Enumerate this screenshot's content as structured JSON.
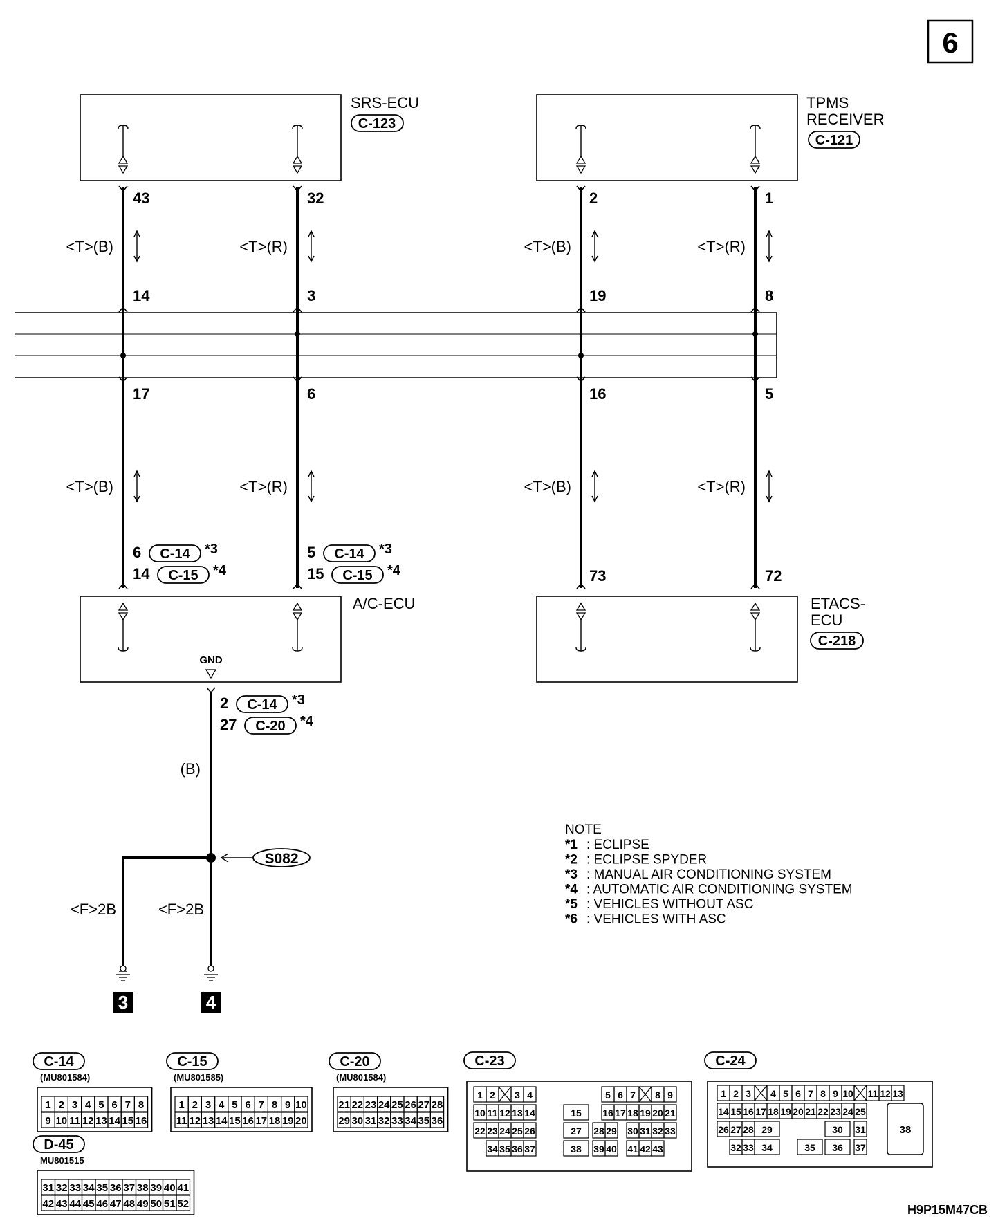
{
  "page_number": "6",
  "components": {
    "srs": {
      "name": "SRS-ECU",
      "connector": "C-123",
      "pins": [
        "43",
        "32"
      ]
    },
    "tpms": {
      "name_line1": "TPMS",
      "name_line2": "RECEIVER",
      "connector": "C-121",
      "pins": [
        "2",
        "1"
      ]
    },
    "acecu": {
      "name": "A/C-ECU",
      "gnd": "GND"
    },
    "etacs": {
      "name_line1": "ETACS-",
      "name_line2": "ECU",
      "connector": "C-218",
      "pins": [
        "73",
        "72"
      ]
    }
  },
  "wires": {
    "upper_labels": [
      "<T>(B)",
      "<T>(R)",
      "<T>(B)",
      "<T>(R)"
    ],
    "joint_top_pins": [
      "14",
      "3",
      "19",
      "8"
    ],
    "joint_bottom_pins": [
      "17",
      "6",
      "16",
      "5"
    ],
    "lower_labels": [
      "<T>(B)",
      "<T>(R)",
      "<T>(B)",
      "<T>(R)"
    ]
  },
  "acecu_pins": {
    "left": [
      {
        "pin": "6",
        "conn": "C-14",
        "note": "*3"
      },
      {
        "pin": "14",
        "conn": "C-15",
        "note": "*4"
      }
    ],
    "right": [
      {
        "pin": "5",
        "conn": "C-14",
        "note": "*3"
      },
      {
        "pin": "15",
        "conn": "C-15",
        "note": "*4"
      }
    ],
    "gnd": [
      {
        "pin": "2",
        "conn": "C-14",
        "note": "*3"
      },
      {
        "pin": "27",
        "conn": "C-20",
        "note": "*4"
      }
    ]
  },
  "ground": {
    "wire_color": "(B)",
    "splice": "S082",
    "branch_labels": [
      "<F>2B",
      "<F>2B"
    ],
    "ground_ids": [
      "3",
      "4"
    ]
  },
  "note": {
    "title": "NOTE",
    "items": [
      {
        "mark": "*1",
        "text": "ECLIPSE"
      },
      {
        "mark": "*2",
        "text": "ECLIPSE SPYDER"
      },
      {
        "mark": "*3",
        "text": "MANUAL AIR CONDITIONING SYSTEM"
      },
      {
        "mark": "*4",
        "text": "AUTOMATIC AIR CONDITIONING SYSTEM"
      },
      {
        "mark": "*5",
        "text": "VEHICLES WITHOUT ASC"
      },
      {
        "mark": "*6",
        "text": "VEHICLES WITH ASC"
      }
    ]
  },
  "connectors": {
    "c14": {
      "name": "C-14",
      "part": "(MU801584)",
      "row1": [
        "1",
        "2",
        "3",
        "4",
        "5",
        "6",
        "7",
        "8"
      ],
      "row2": [
        "9",
        "10",
        "11",
        "12",
        "13",
        "14",
        "15",
        "16"
      ]
    },
    "c15": {
      "name": "C-15",
      "part": "(MU801585)",
      "row1": [
        "1",
        "2",
        "3",
        "4",
        "5",
        "6",
        "7",
        "8",
        "9",
        "10"
      ],
      "row2": [
        "11",
        "12",
        "13",
        "14",
        "15",
        "16",
        "17",
        "18",
        "19",
        "20"
      ]
    },
    "c20": {
      "name": "C-20",
      "part": "(MU801584)",
      "row1": [
        "21",
        "22",
        "23",
        "24",
        "25",
        "26",
        "27",
        "28"
      ],
      "row2": [
        "29",
        "30",
        "31",
        "32",
        "33",
        "34",
        "35",
        "36"
      ]
    },
    "d45": {
      "name": "D-45",
      "part": "MU801515",
      "row1": [
        "31",
        "32",
        "33",
        "34",
        "35",
        "36",
        "37",
        "38",
        "39",
        "40",
        "41"
      ],
      "row2": [
        "42",
        "43",
        "44",
        "45",
        "46",
        "47",
        "48",
        "49",
        "50",
        "51",
        "52"
      ]
    },
    "c23": {
      "name": "C-23",
      "pins": [
        "1",
        "2",
        "3",
        "4",
        "5",
        "6",
        "7",
        "8",
        "9",
        "10",
        "11",
        "12",
        "13",
        "14",
        "15",
        "16",
        "17",
        "18",
        "19",
        "20",
        "21",
        "22",
        "23",
        "24",
        "25",
        "26",
        "27",
        "28",
        "29",
        "30",
        "31",
        "32",
        "33",
        "34",
        "35",
        "36",
        "37",
        "38",
        "39",
        "40",
        "41",
        "42",
        "43"
      ]
    },
    "c24": {
      "name": "C-24",
      "pins": [
        "1",
        "2",
        "3",
        "4",
        "5",
        "6",
        "7",
        "8",
        "9",
        "10",
        "11",
        "12",
        "13",
        "14",
        "15",
        "16",
        "17",
        "18",
        "19",
        "20",
        "21",
        "22",
        "23",
        "24",
        "25",
        "26",
        "27",
        "28",
        "29",
        "30",
        "31",
        "32",
        "33",
        "34",
        "35",
        "36",
        "37",
        "38"
      ]
    }
  },
  "drawing_code": "H9P15M47CB"
}
